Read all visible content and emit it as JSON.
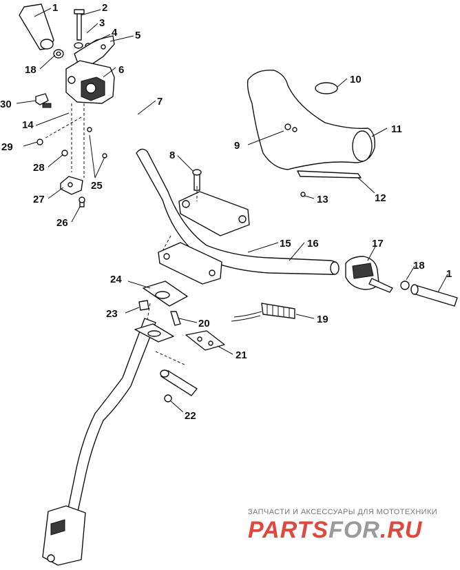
{
  "callouts": {
    "c1_top": "1",
    "c1_right": "1",
    "c2": "2",
    "c3": "3",
    "c4": "4",
    "c5": "5",
    "c6": "6",
    "c7": "7",
    "c8": "8",
    "c9": "9",
    "c10": "10",
    "c11": "11",
    "c12": "12",
    "c13": "13",
    "c14": "14",
    "c15": "15",
    "c16": "16",
    "c17": "17",
    "c18_left": "18",
    "c18_right": "18",
    "c19": "19",
    "c20": "20",
    "c21": "21",
    "c22": "22",
    "c23": "23",
    "c24": "24",
    "c25": "25",
    "c26": "26",
    "c27": "27",
    "c28": "28",
    "c29": "29",
    "c30": "30"
  },
  "watermark": {
    "caption": "ЗАПЧАСТИ И АКСЕССУАРЫ ДЛЯ МОТОТЕХНИКИ",
    "brand_red_1": "PARTS",
    "brand_gray": "FOR",
    "brand_red_2": ".RU",
    "colors": {
      "red": "#e0483d",
      "gray": "#9a9a9a"
    }
  }
}
